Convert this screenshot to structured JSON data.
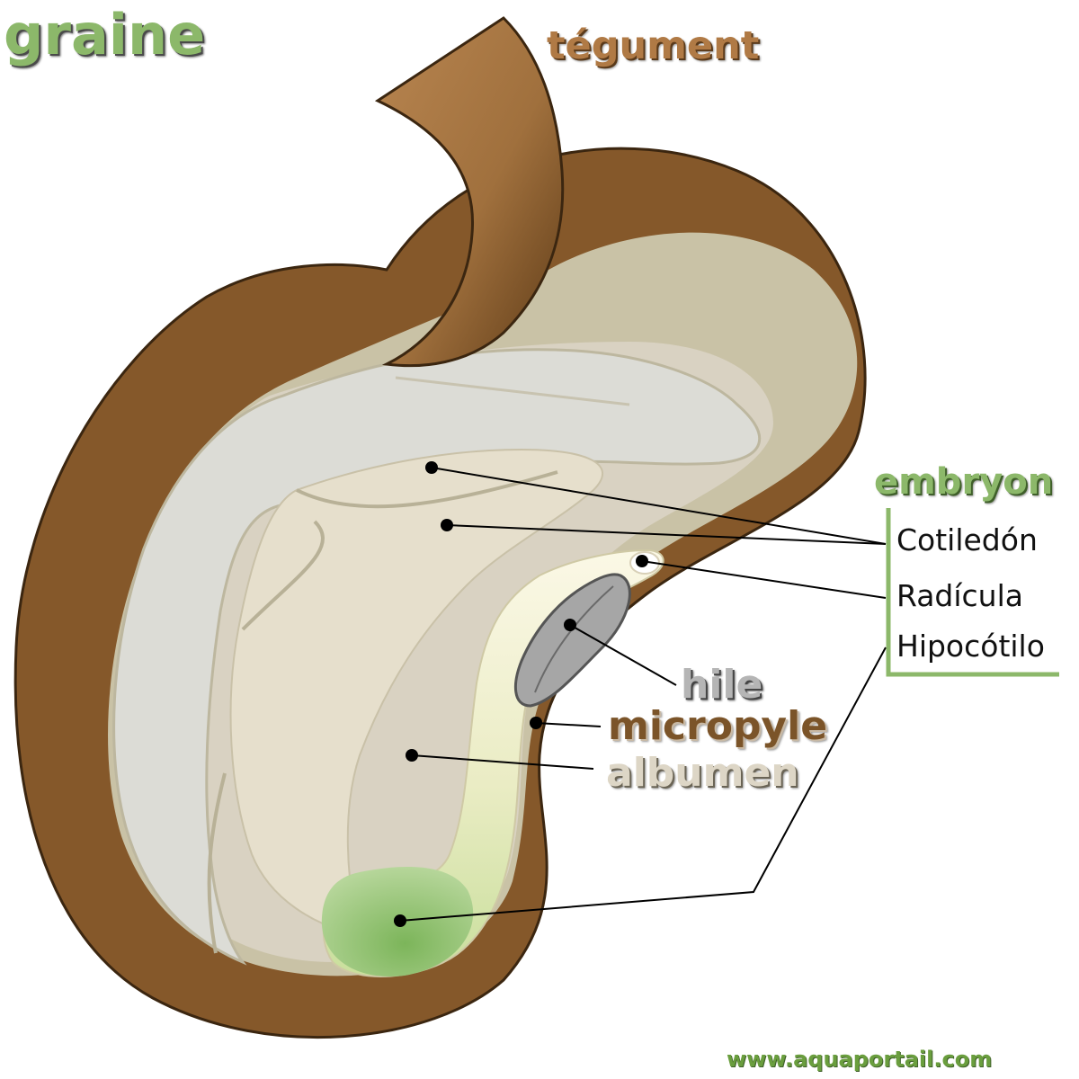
{
  "title": "graine",
  "labels": {
    "tegument": "tégument",
    "embryon": "embryon",
    "cotiledon": "Cotiledón",
    "radicula": "Radícula",
    "hipocotilo": "Hipocótilo",
    "hile": "hile",
    "micropyle": "micropyle",
    "albumen": "albumen"
  },
  "website": "www.aquaportail.com",
  "colors": {
    "title": "#8cb86a",
    "tegument": "#b07a45",
    "seed_coat": "#85582a",
    "seed_coat_dark": "#5e3b17",
    "albumen": "#d9d2c2",
    "cotyledon_outer": "#dcdcd6",
    "cotyledon_inner": "#e6dfcc",
    "radicle_green": "#8fc070",
    "hilum": "#a6a6a6",
    "embryon": "#8cb86a",
    "hile": "#b0b0b0",
    "micropyle": "#7b5429",
    "albumen_label": "#ddd6c6",
    "website": "#6a9e3e"
  }
}
